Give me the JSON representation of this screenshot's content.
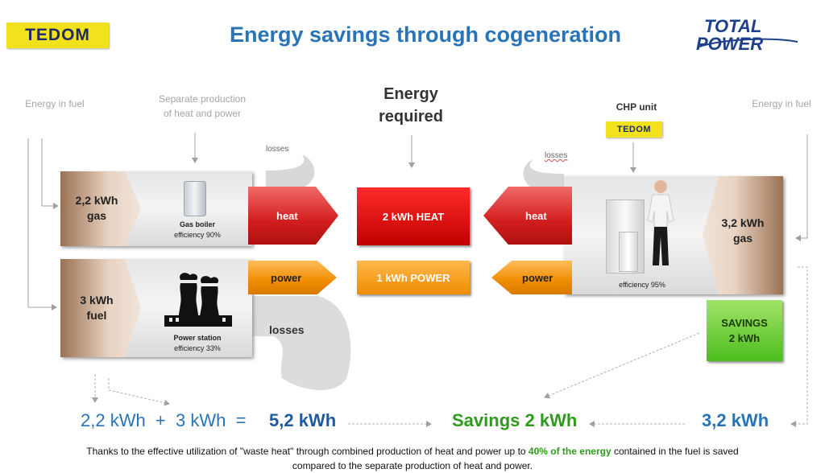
{
  "header": {
    "tedom_logo": "TEDOM",
    "title": "Energy savings through cogeneration",
    "totalpower_line1": "TOTAL",
    "totalpower_line2": "POWER"
  },
  "labels": {
    "energy_in_fuel_left": "Energy in fuel",
    "energy_in_fuel_right": "Energy in fuel",
    "separate_line1": "Separate production",
    "separate_line2": "of heat and power",
    "energy_required_line1": "Energy",
    "energy_required_line2": "required",
    "chp_unit": "CHP unit",
    "chp_logo": "TEDOM",
    "losses_left": "losses",
    "losses_right": "losses"
  },
  "left": {
    "gas_value": "2,2 kWh",
    "gas_label": "gas",
    "boiler_name": "Gas boiler",
    "boiler_eff": "efficiency 90%",
    "heat": "heat",
    "fuel_value": "3 kWh",
    "fuel_label": "fuel",
    "station_name": "Power station",
    "station_eff": "efficiency 33%",
    "power": "power",
    "losses_big": "losses"
  },
  "center": {
    "heat_box": "2 kWh HEAT",
    "power_box": "1 kWh POWER"
  },
  "right": {
    "heat": "heat",
    "power": "power",
    "chp_eff": "efficiency 95%",
    "gas_value": "3,2 kWh",
    "gas_label": "gas",
    "savings_line1": "SAVINGS",
    "savings_line2": "2 kWh"
  },
  "equation": {
    "left": "2,2 kWh  +  3 kWh  =",
    "total": "5,2 kWh",
    "savings": "Savings 2 kWh",
    "chp": "3,2 kWh"
  },
  "footer": {
    "part1": "Thanks to the effective utilization of \"waste heat\" through combined production of heat and power up to ",
    "highlight": "40% of the energy",
    "part2": " contained in the fuel is saved",
    "line2": "compared to the separate production of heat and power."
  },
  "colors": {
    "title_blue": "#2874b6",
    "heat_red": "#d21d1d",
    "power_orange": "#f08c00",
    "savings_green": "#4cbd1c",
    "fuel_brown": "#9b7152",
    "tedom_yellow": "#f2e21b"
  }
}
